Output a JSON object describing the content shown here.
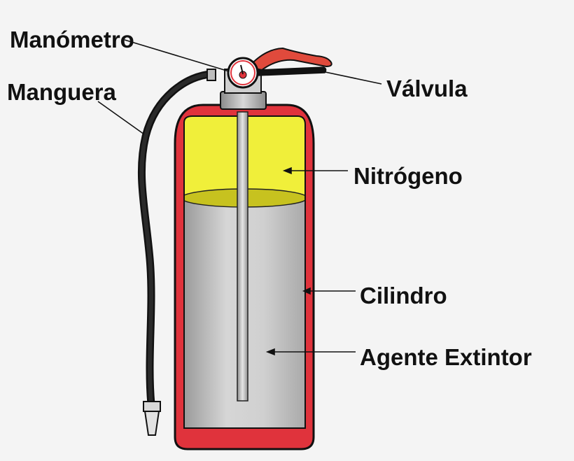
{
  "labels": {
    "manometro": "Manómetro",
    "manguera": "Manguera",
    "valvula": "Válvula",
    "nitrogeno": "Nitrógeno",
    "cilindro": "Cilindro",
    "agente": "Agente Extintor"
  },
  "colors": {
    "background": "#f4f4f4",
    "cylinder_shell": "#e0333c",
    "nitrogen_gas": "#f0ef3a",
    "liquid_surface": "#c7c21f",
    "extinguishing_agent": "#c8c8c8",
    "handle": "#e04a3c",
    "hose": "#1a1a1a",
    "outline": "#111111"
  }
}
